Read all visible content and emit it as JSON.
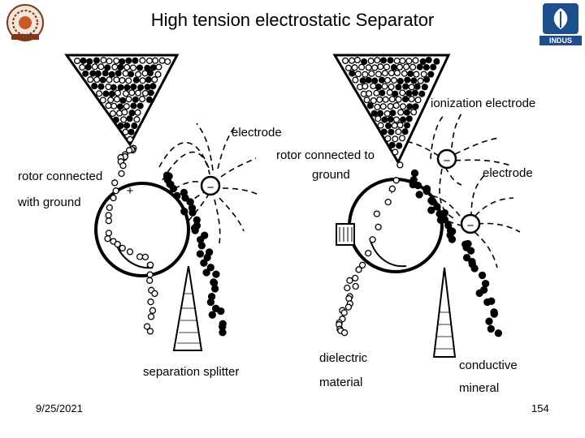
{
  "slide": {
    "title": "High tension electrostatic  Separator",
    "date": "9/25/2021",
    "page_number": "154"
  },
  "logos": {
    "right_text": "INDUS",
    "brand_color": "#1f4e8c"
  },
  "left_diagram": {
    "labels": {
      "rotor": [
        "rotor connected",
        "with ground"
      ],
      "electrode": "electrode",
      "splitter": "separation splitter",
      "plus": "+",
      "minus": "−"
    }
  },
  "right_diagram": {
    "labels": {
      "ionization": "ionization electrode",
      "rotor": [
        "rotor connected to",
        "ground"
      ],
      "electrode": "electrode",
      "dielectric": [
        "dielectric",
        "material"
      ],
      "conductive": [
        "conductive",
        "mineral"
      ],
      "plus": "+",
      "minus1": "−",
      "minus2": "−"
    }
  }
}
